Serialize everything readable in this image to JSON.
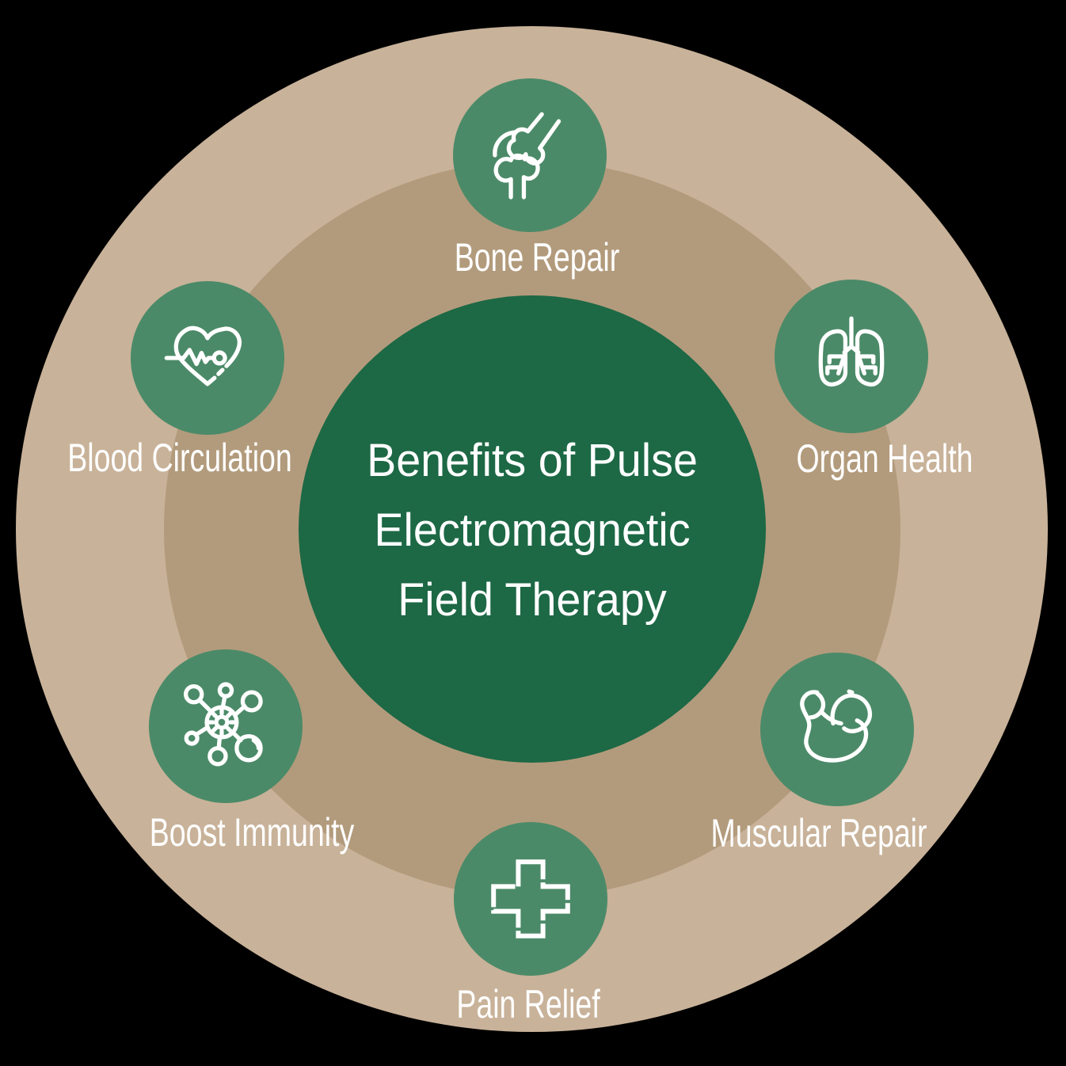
{
  "title": {
    "lines": [
      "Benefits of Pulse",
      "Electromagnetic",
      "Field Therapy"
    ]
  },
  "benefits": [
    {
      "label": "Bone Repair",
      "icon": "bone-joint-icon"
    },
    {
      "label": "Organ Health",
      "icon": "lungs-icon"
    },
    {
      "label": "Muscular Repair",
      "icon": "flexed-bicep-icon"
    },
    {
      "label": "Pain Relief",
      "icon": "medical-cross-icon"
    },
    {
      "label": "Boost Immunity",
      "icon": "immune-cell-icon"
    },
    {
      "label": "Blood Circulation",
      "icon": "heart-pulse-icon"
    }
  ],
  "colors": {
    "background": "#000000",
    "outer_ring": "#c8b299",
    "inner_ring": "#b29b7c",
    "center_circle": "#1d6845",
    "icon_circle": "#4b8a68",
    "text": "#ffffff"
  }
}
